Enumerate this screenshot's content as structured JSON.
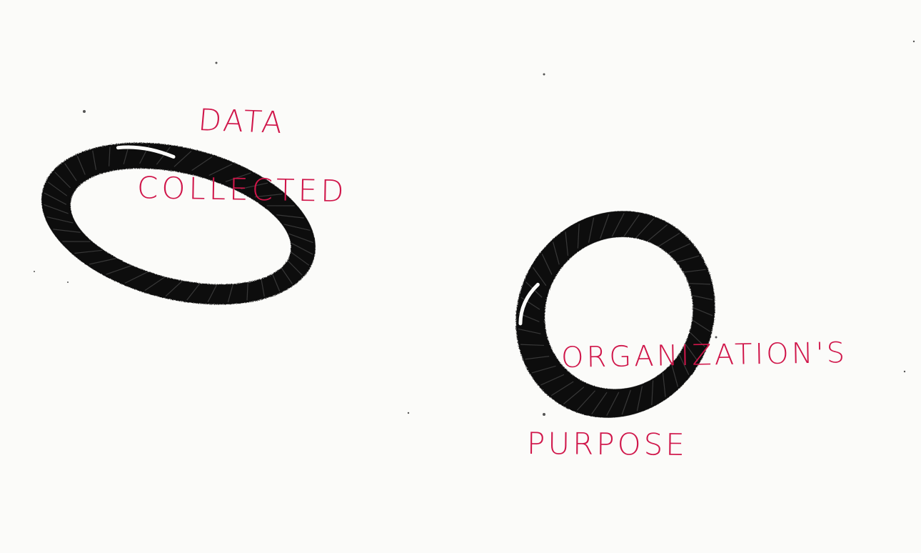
{
  "sketch": {
    "ink_color": "#0b0b0b",
    "label_color": "#d0164a",
    "paper_color": "#fbfbf9",
    "shapes": [
      "ellipse-ring",
      "ellipse-ring"
    ],
    "labels": [
      {
        "text": "DATA"
      },
      {
        "text": "COLLECTED"
      },
      {
        "text": "ORGANIZATION'S"
      },
      {
        "text": "PURPOSE"
      }
    ]
  }
}
